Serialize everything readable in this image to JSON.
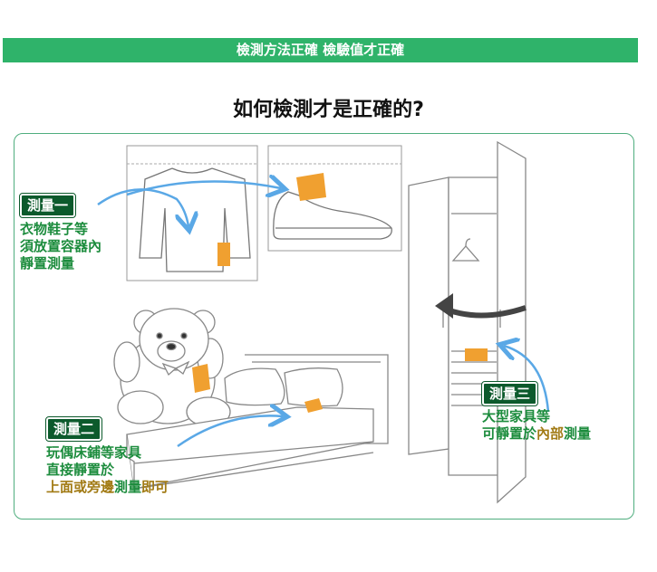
{
  "banner": {
    "text": "檢測方法正確 檢驗值才正確"
  },
  "heading": {
    "text": "如何檢測才是正確的?"
  },
  "steps": [
    {
      "badge": "測量一",
      "lines": [
        "衣物鞋子等",
        "須放置容器內",
        "靜置測量"
      ]
    },
    {
      "badge": "測量二",
      "line1": "玩偶床鋪等家具",
      "line2": "直接靜置於",
      "line3_a": "上面或旁邊",
      "line3_b": "測量",
      "line3_c": "即可"
    },
    {
      "badge": "測量三",
      "line1": "大型家具等",
      "line2_a": "可靜置於",
      "line2_b": "內部",
      "line2_c": "測量"
    }
  ],
  "colors": {
    "banner": "#2fb36a",
    "badge": "#0c5a2c",
    "green_text": "#1c8c3d",
    "olive_text": "#a27b15",
    "sensor": "#f0a030",
    "arrow": "#5aa8e6"
  }
}
